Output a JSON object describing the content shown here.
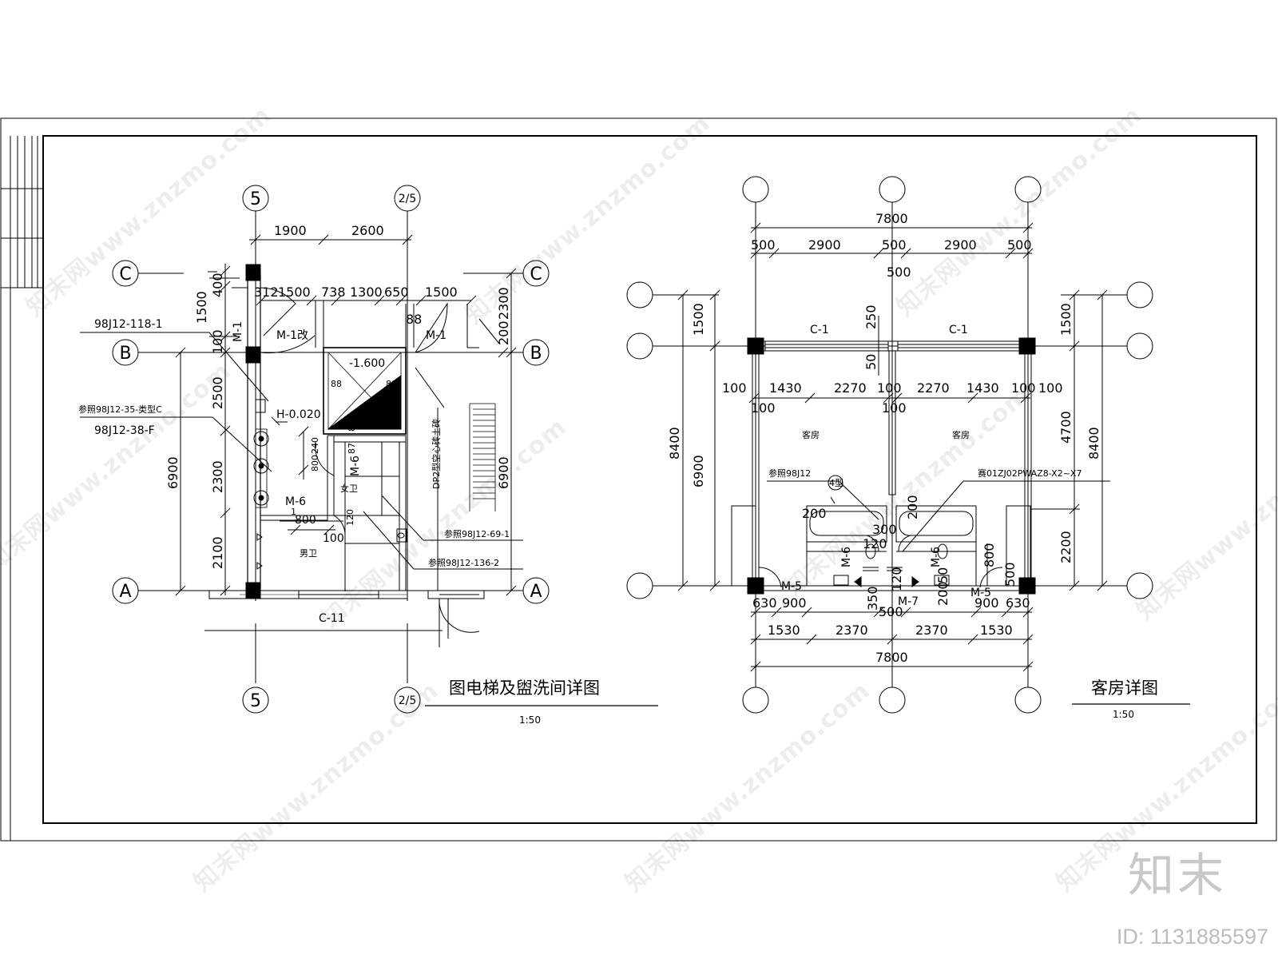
{
  "watermark": {
    "text": "知末网www.znzmo.com"
  },
  "brand": {
    "logo": "知末",
    "id": "ID: 1131885597"
  },
  "left": {
    "title": "图电梯及盥洗间详图",
    "scale": "1:50",
    "axes": {
      "five": "5",
      "two_five": "2/5",
      "A": "A",
      "B": "B",
      "C": "C"
    },
    "top_dims": [
      "1900",
      "2600"
    ],
    "door_dims": [
      "312",
      "1500",
      "738",
      "1300",
      "650",
      "1500"
    ],
    "left_dims": {
      "d400": "400",
      "d1500": "1500",
      "d100": "100",
      "d2500": "2500",
      "d2300": "2300",
      "d2100": "2100",
      "d6900": "6900"
    },
    "right_dims": {
      "d200": "200",
      "d2300": "2300",
      "d6900": "6900",
      "d88": "88"
    },
    "refs": {
      "r1": "98J12-118-1",
      "r2": "参照98J12-35-类型C",
      "r3": "98J12-38-F",
      "r4": "参照98J12-69-1",
      "r5": "参照98J12-136-2"
    },
    "labels": {
      "m1": "M-1",
      "m1gai": "M-1改",
      "m1b": "M-1",
      "m6a": "M-6",
      "m6b": "M-6",
      "level1": "-1.600",
      "level2": "H-0.020",
      "v88a": "88",
      "v88b": "88",
      "v88c": "88",
      "v87": "87",
      "v240": "240",
      "v800a": "800",
      "v800b": "800",
      "v120": "120",
      "v100": "100",
      "v1": "1",
      "nvwei": "女卫",
      "nanwei": "男卫",
      "stairs": "DP2型空心砖土砖",
      "c11": "C-11"
    }
  },
  "right": {
    "title": "客房详图",
    "scale": "1:50",
    "top_total": "7800",
    "top_dims": [
      "500",
      "2900",
      "500",
      "2900",
      "500"
    ],
    "top_dim_below": "500",
    "left_dims": {
      "d1500": "1500",
      "d6900": "6900",
      "d8400": "8400"
    },
    "right_dims": {
      "d1500": "1500",
      "d4700": "4700",
      "d2200": "2200",
      "d8400": "8400"
    },
    "window_dims": {
      "d250": "250",
      "d50": "50"
    },
    "inner_row": [
      "100",
      "1430",
      "2270",
      "100",
      "2270",
      "1430",
      "100",
      "100"
    ],
    "inner_row_below": [
      "100",
      "100"
    ],
    "rooms": [
      "客房",
      "客房"
    ],
    "refs": {
      "r1": "参照98J12",
      "r2": "4型",
      "r3": "赛01ZJ02PWAZ8-X2~X7"
    },
    "labels": {
      "c1a": "C-1",
      "c1b": "C-1",
      "m5a": "M-5",
      "m5b": "M-5",
      "m6a": "M-6",
      "m6b": "M-6",
      "m7": "M-7",
      "v200a": "200",
      "v200b": "200",
      "v300": "300",
      "v120a": "120",
      "v120b": "120",
      "v350": "350",
      "v500a": "500",
      "v200c": "200",
      "v50": "50",
      "v800": "800",
      "v500b": "500"
    },
    "bottom_row1": [
      "630",
      "900",
      "900",
      "630"
    ],
    "bottom_row2": [
      "1530",
      "2370",
      "2370",
      "1530"
    ],
    "bottom_total": "7800"
  }
}
